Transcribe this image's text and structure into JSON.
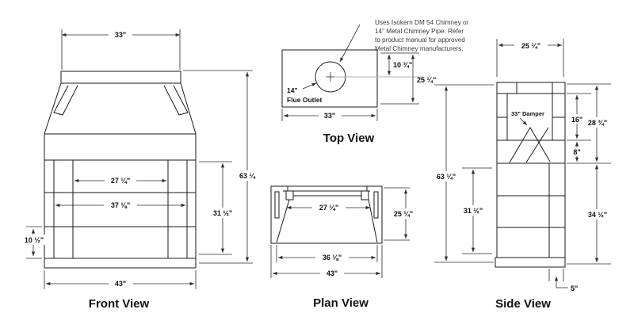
{
  "front_view": {
    "title": "Front View",
    "dim_top_width": "33\"",
    "dim_opening_width": "27 ¼\"",
    "dim_firebox_width": "37 ⅛\"",
    "dim_hearth_height": "10 ½\"",
    "dim_base_width": "43\"",
    "dim_total_height": "63 ¼",
    "dim_opening_height": "31 ½\""
  },
  "top_view": {
    "title": "Top View",
    "note_line1": "Uses Isokern DM 54 Chimney or",
    "note_line2": "14\" Metal Chimney Pipe. Refer",
    "note_line3": "to product manual for approved",
    "note_line4": "Metal Chimney manufacturers.",
    "flue_size": "14\"",
    "flue_label": "Flue Outlet",
    "dim_flue_center": "10 ¾\"",
    "dim_depth": "25 ¼\"",
    "dim_width": "33\""
  },
  "plan_view": {
    "title": "Plan View",
    "dim_opening_width": "27 ¼\"",
    "dim_depth": "25 ¼\"",
    "dim_inner_width": "36 ⅛\"",
    "dim_base_width": "43\""
  },
  "side_view": {
    "title": "Side View",
    "damper_label": "33\" Damper",
    "dim_depth": "25 ¼\"",
    "dim_chamber_upper": "16\"",
    "dim_chamber_total": "28 ¾\"",
    "dim_throat": "8\"",
    "dim_total_height": "63 ¼\"",
    "dim_opening_height": "31 ½\"",
    "dim_firebox_height": "34 ½\"",
    "dim_hearth_depth": "5\""
  },
  "colors": {
    "line": "#1a1a1a",
    "dim": "#2b2b2b",
    "centerline": "#b3b3b3",
    "background": "#ffffff"
  }
}
